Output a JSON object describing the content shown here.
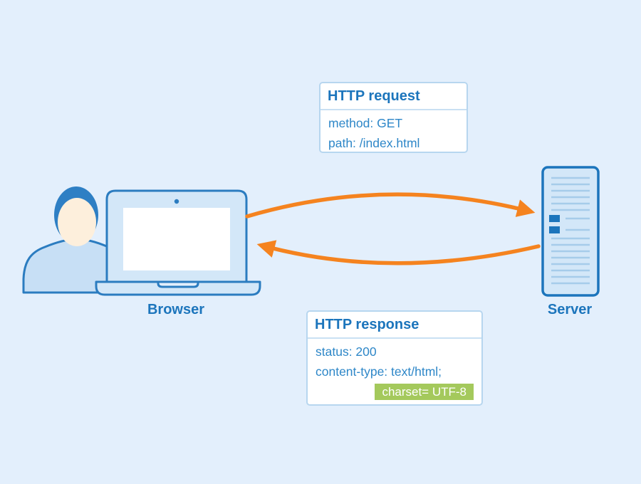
{
  "diagram": {
    "title_context": "HTTP request and response flow between a browser and a server",
    "request_box": {
      "title": "HTTP request",
      "lines": [
        "method: GET",
        "path: /index.html"
      ]
    },
    "response_box": {
      "title": "HTTP response",
      "lines": [
        "status: 200",
        "content-type: text/html;"
      ],
      "highlight": "charset= UTF-8"
    },
    "browser_label": "Browser",
    "server_label": "Server",
    "colors": {
      "background": "#E3EFFC",
      "primary_blue": "#1C75BC",
      "body_text_blue": "#2E87C8",
      "outline_blue": "#2B7CC0",
      "fill_light_blue": "#D3E7F8",
      "shirt_blue": "#C7DFF5",
      "skin": "#FDEFDC",
      "arrow_orange": "#F5831F",
      "highlight_green": "#A4C95C",
      "box_border": "#B7D6EF"
    },
    "icons": [
      "person-icon",
      "laptop-icon",
      "server-icon",
      "arrow-right-icon",
      "arrow-left-icon"
    ]
  }
}
